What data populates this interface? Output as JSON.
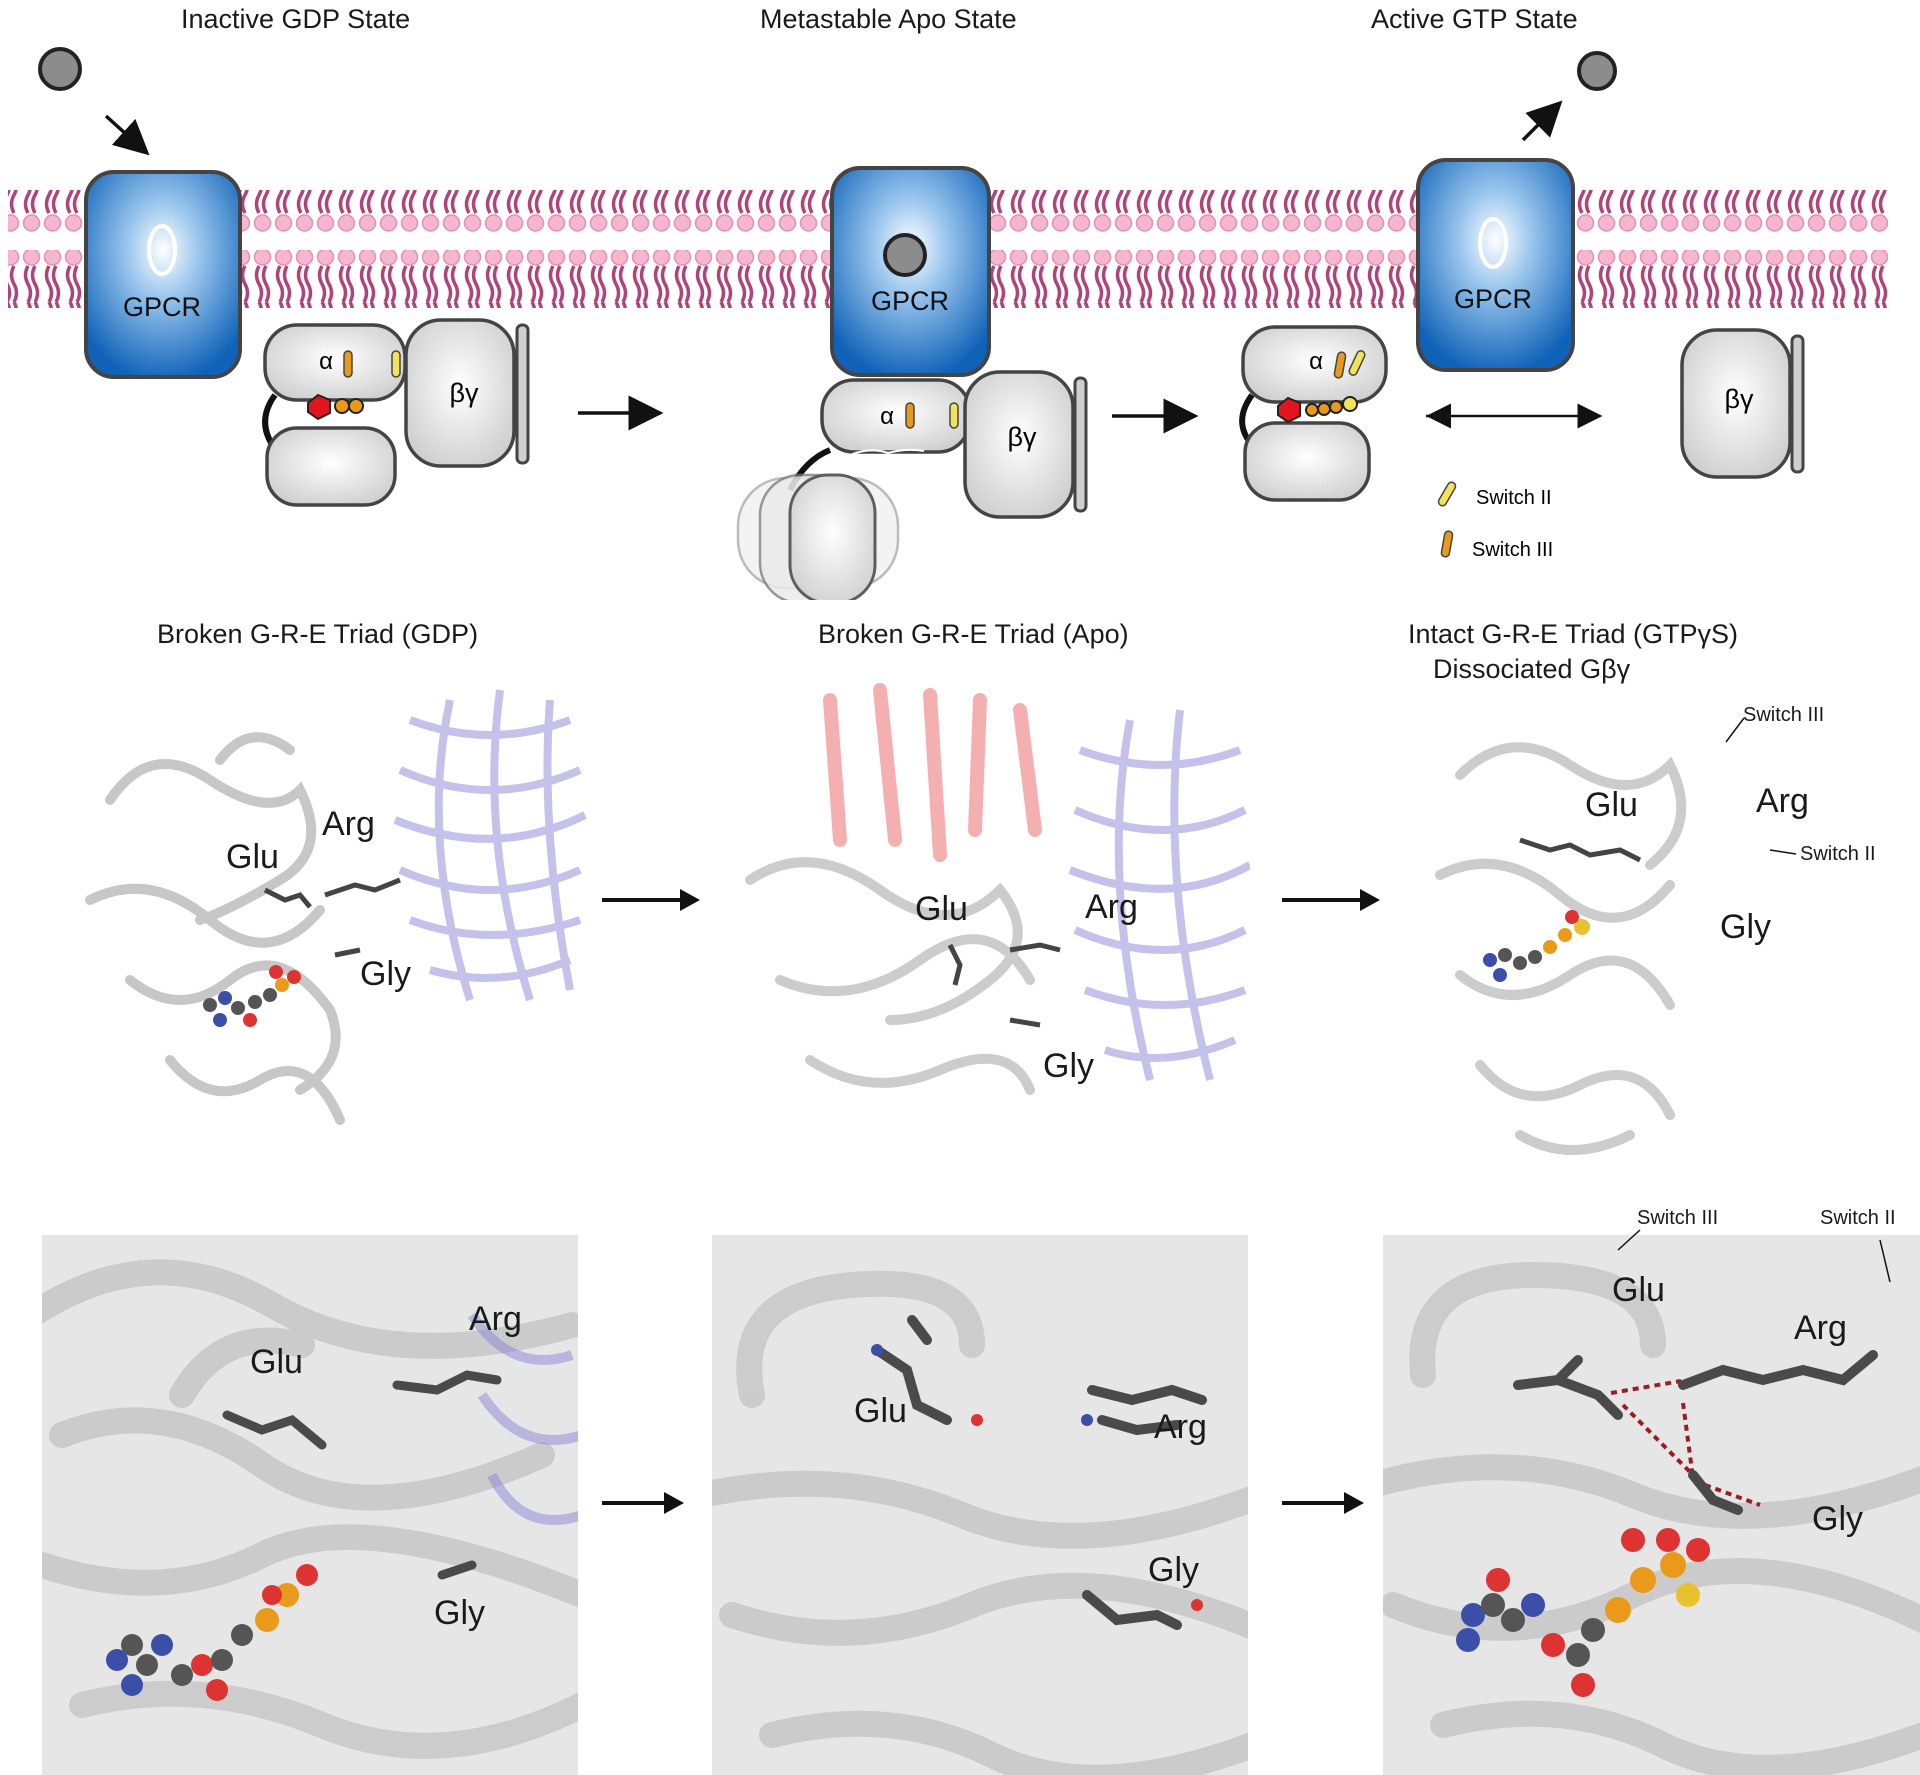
{
  "states": {
    "inactive_title": "Inactive GDP State",
    "apo_title": "Metastable Apo State",
    "active_title": "Active GTP State"
  },
  "receptor_label": "GPCR",
  "subunits": {
    "alpha": "α",
    "beta_gamma": "βγ"
  },
  "legend": {
    "switch_ii": "Switch II",
    "switch_iii": "Switch III"
  },
  "triad_titles": {
    "gdp": "Broken G-R-E Triad (GDP)",
    "apo": "Broken G-R-E Triad (Apo)",
    "gtp_line1": "Intact G-R-E Triad (GTPγS)",
    "gtp_line2": "Dissociated Gβγ"
  },
  "residues": {
    "glu": "Glu",
    "arg": "Arg",
    "gly": "Gly"
  },
  "callouts": {
    "switch_ii": "Switch II",
    "switch_iii": "Switch III"
  },
  "colors": {
    "membrane": "#b0447a",
    "membrane_head": "#f7b6cf",
    "receptor": "#1f6fbf",
    "ligand": "#8c8c8c",
    "switch_ii": "#f3e35c",
    "switch_iii": "#e99a1a",
    "nucleotide_base": "#e3141e",
    "beta_gamma_structure": "#8a85d6",
    "apo_helix": "#e43a3a"
  }
}
